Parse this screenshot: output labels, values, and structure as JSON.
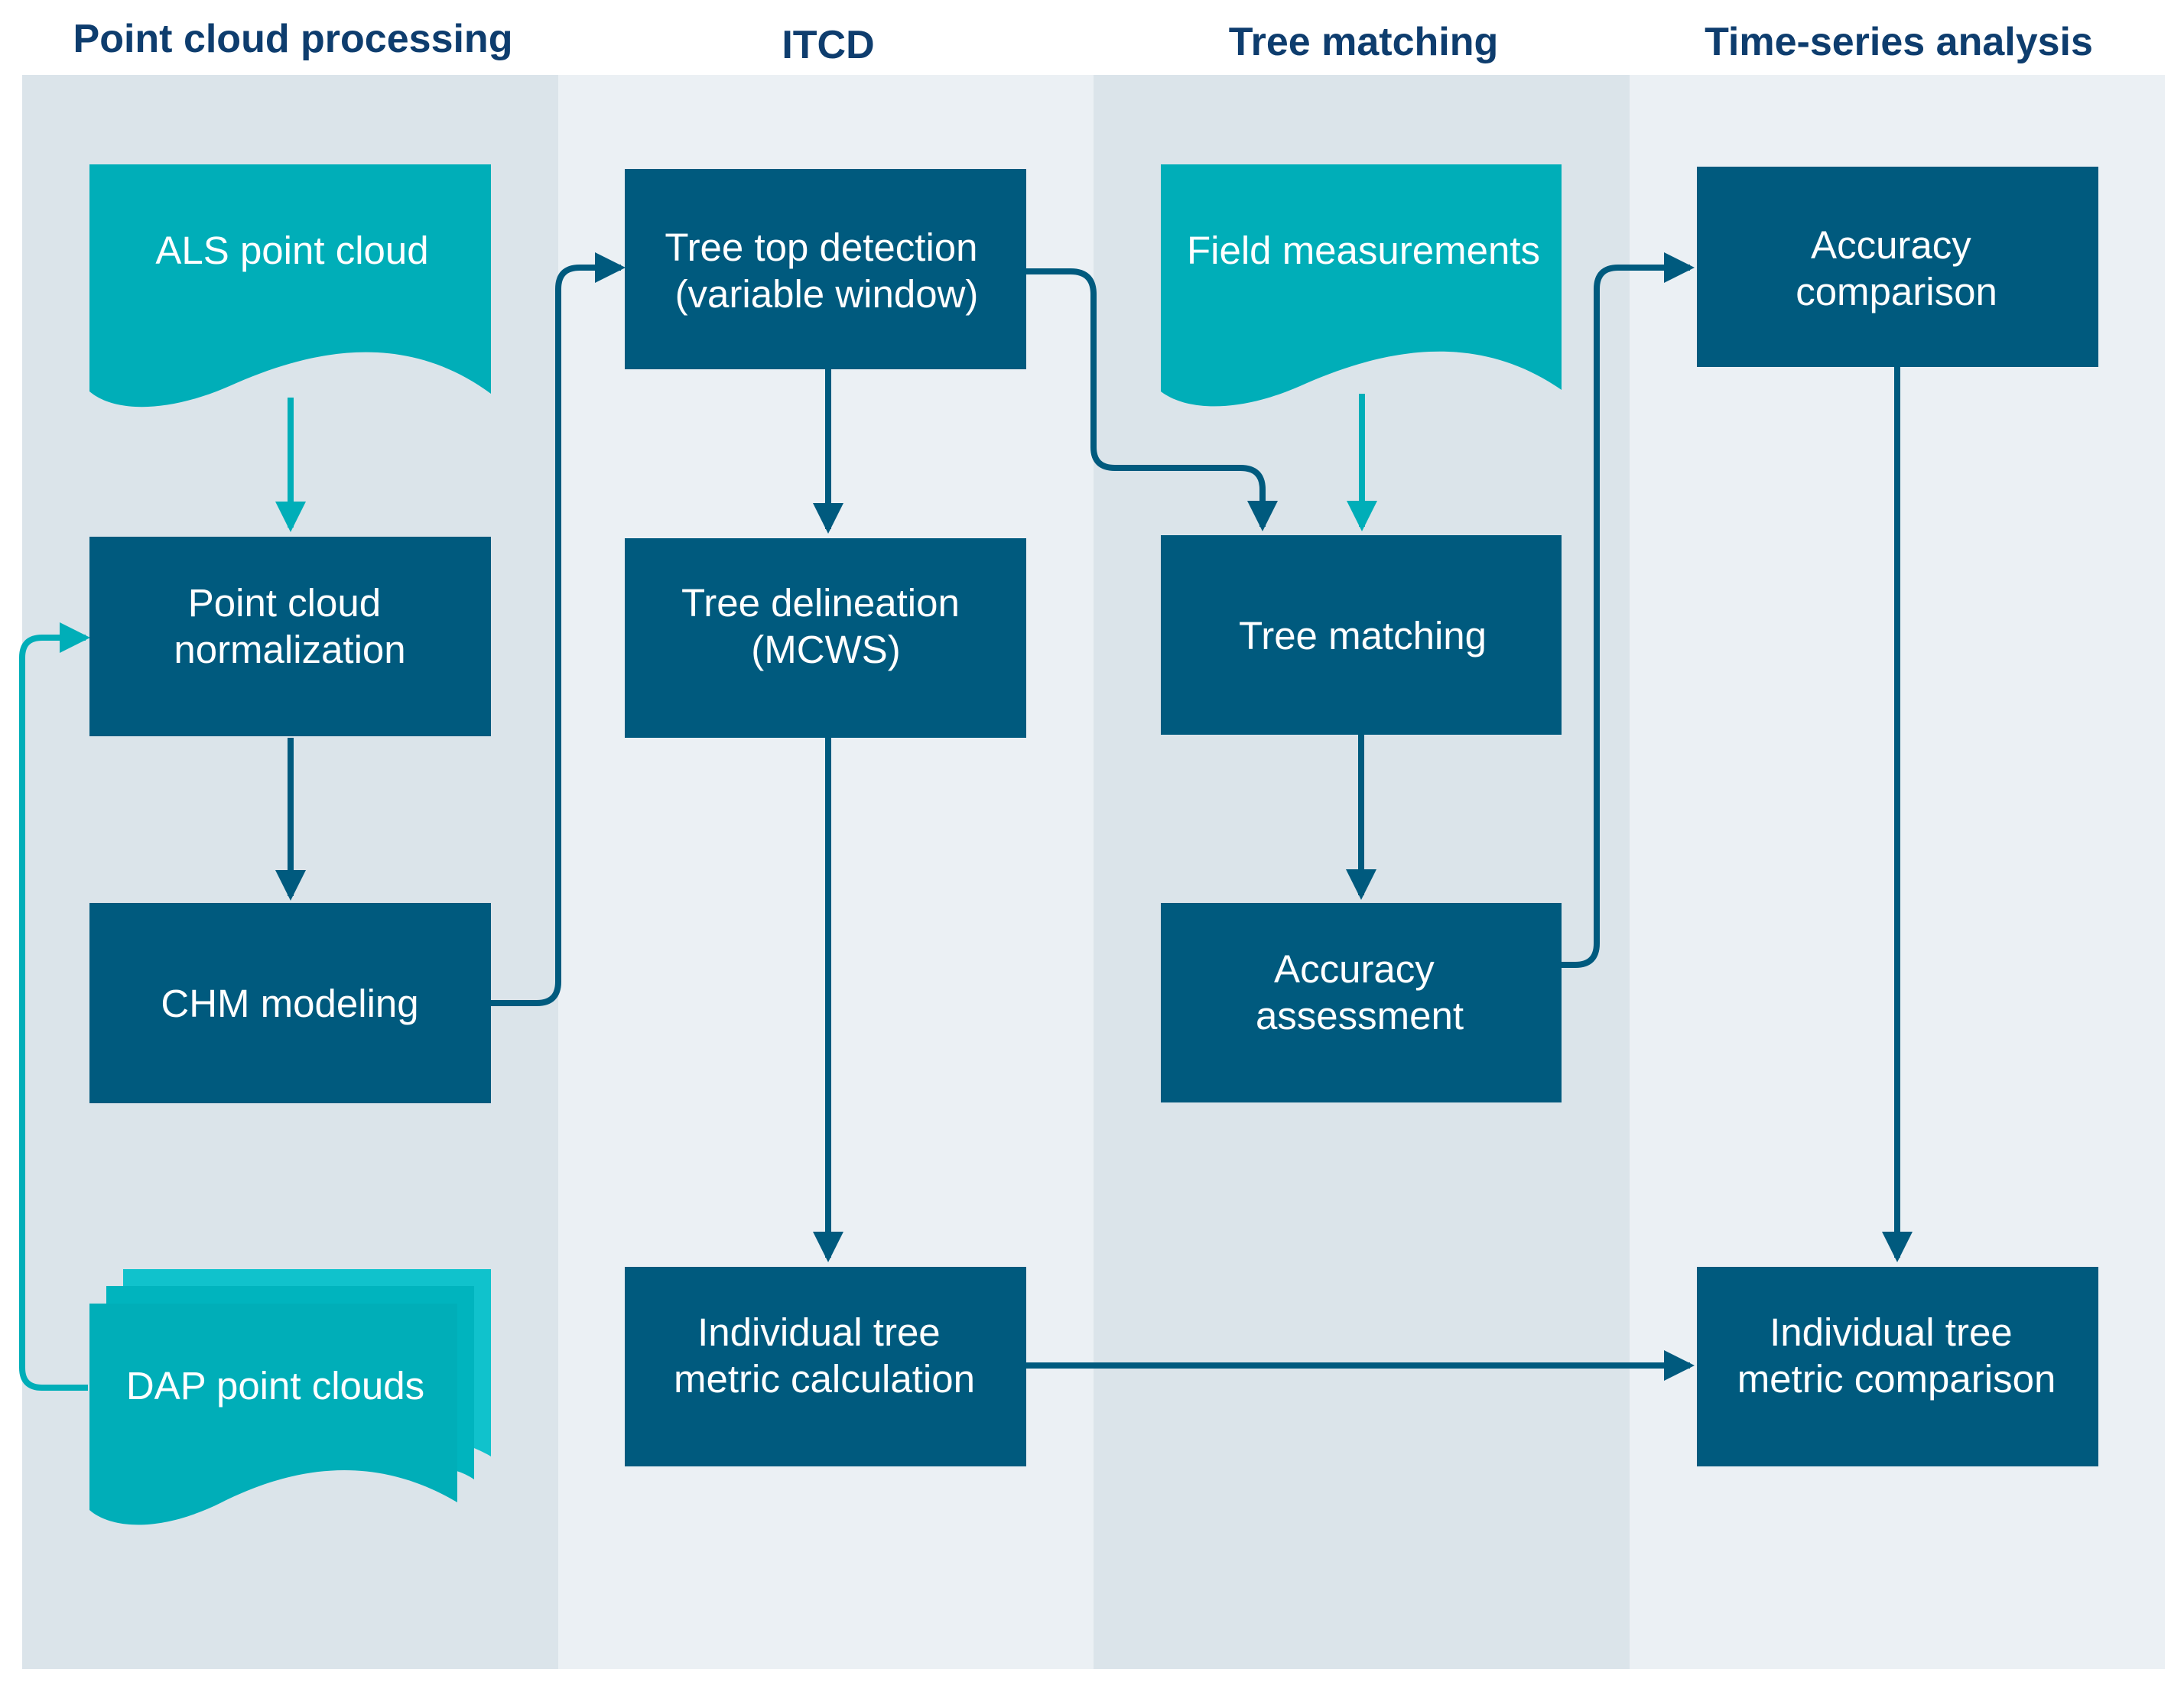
{
  "colors": {
    "lane_dark": "#dbe4ea",
    "lane_light": "#ebf0f4",
    "process_box": "#005a7e",
    "data_shape": "#00aeb8",
    "data_shape_back": "#10c2cc",
    "arrow_dark": "#005a7e",
    "arrow_teal": "#00aeb8",
    "lane_title": "#0e3d6e"
  },
  "lanes": [
    {
      "title": "Point cloud processing"
    },
    {
      "title": "ITCD"
    },
    {
      "title": "Tree matching"
    },
    {
      "title": "Time-series analysis"
    }
  ],
  "nodes": {
    "als_point_cloud": {
      "shape": "document",
      "lines": [
        "ALS point cloud"
      ]
    },
    "point_cloud_normalization": {
      "shape": "process",
      "lines": [
        "Point cloud",
        "normalization"
      ]
    },
    "chm_modeling": {
      "shape": "process",
      "lines": [
        "CHM modeling"
      ]
    },
    "dap_point_clouds": {
      "shape": "multi-document",
      "lines": [
        "DAP point clouds"
      ]
    },
    "tree_top_detection": {
      "shape": "process",
      "lines": [
        "Tree top detection",
        "(variable window)"
      ]
    },
    "tree_delineation": {
      "shape": "process",
      "lines": [
        "Tree delineation",
        "(MCWS)"
      ]
    },
    "individual_tree_metric_calculation": {
      "shape": "process",
      "lines": [
        "Individual tree",
        "metric calculation"
      ]
    },
    "field_measurements": {
      "shape": "document",
      "lines": [
        "Field measurements"
      ]
    },
    "tree_matching": {
      "shape": "process",
      "lines": [
        "Tree matching"
      ]
    },
    "accuracy_assessment": {
      "shape": "process",
      "lines": [
        "Accuracy",
        "assessment"
      ]
    },
    "accuracy_comparison": {
      "shape": "process",
      "lines": [
        "Accuracy",
        "comparison"
      ]
    },
    "individual_tree_metric_comparison": {
      "shape": "process",
      "lines": [
        "Individual tree",
        "metric comparison"
      ]
    }
  },
  "edges": [
    {
      "from": "als_point_cloud",
      "to": "point_cloud_normalization",
      "style": "teal"
    },
    {
      "from": "dap_point_clouds",
      "to": "point_cloud_normalization",
      "style": "teal"
    },
    {
      "from": "point_cloud_normalization",
      "to": "chm_modeling",
      "style": "dark"
    },
    {
      "from": "chm_modeling",
      "to": "tree_top_detection",
      "style": "dark"
    },
    {
      "from": "tree_top_detection",
      "to": "tree_delineation",
      "style": "dark"
    },
    {
      "from": "tree_top_detection",
      "to": "tree_matching",
      "style": "dark"
    },
    {
      "from": "tree_delineation",
      "to": "individual_tree_metric_calculation",
      "style": "dark"
    },
    {
      "from": "field_measurements",
      "to": "tree_matching",
      "style": "teal"
    },
    {
      "from": "tree_matching",
      "to": "accuracy_assessment",
      "style": "dark"
    },
    {
      "from": "accuracy_assessment",
      "to": "accuracy_comparison",
      "style": "dark"
    },
    {
      "from": "accuracy_comparison",
      "to": "individual_tree_metric_comparison",
      "style": "dark"
    },
    {
      "from": "individual_tree_metric_calculation",
      "to": "individual_tree_metric_comparison",
      "style": "dark"
    }
  ]
}
